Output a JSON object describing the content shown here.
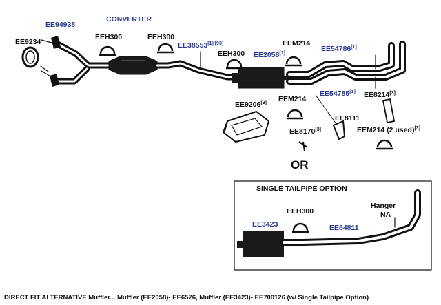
{
  "labels": {
    "ee94938": "EE94938",
    "converter": "CONVERTER",
    "ee9234": "EE9234",
    "eeh300_a": "EEH300",
    "eeh300_b": "EEH300",
    "ee38553": "EE38553",
    "ee38553_sup": "[1] [93]",
    "eeh300_c": "EEH300",
    "eem214_a": "EEM214",
    "ee2058": "EE2058",
    "ee2058_sup": "[1]",
    "ee54786": "EE54786",
    "ee54786_sup": "[1]",
    "ee54785": "EE54785",
    "ee54785_sup": "[1]",
    "ee8214": "EE8214",
    "ee8214_sup": "[3]",
    "ee9206": "EE9206",
    "ee9206_sup": "[3]",
    "eem214_b": "EEM214",
    "ee8111": "EE8111",
    "ee8170": "EE8170",
    "ee8170_sup": "[3]",
    "eem214_c": "EEM214 (2 used)",
    "eem214_c_sup": "[3]",
    "or": "OR",
    "single_tailpipe_title": "SINGLE TAILPIPE OPTION",
    "eeh300_d": "EEH300",
    "ee3423": "EE3423",
    "ee64811": "EE64811",
    "hanger": "Hanger",
    "na": "NA"
  },
  "caption": "DIRECT FIT ALTERNATIVE Muffler... Muffler (EE2058)- EE6576, Muffler (EE3423)- EE700126  (w/ Single Tailpipe Option)",
  "colors": {
    "part_label_blue": "#2b3a8f",
    "pipe": "#111111"
  }
}
